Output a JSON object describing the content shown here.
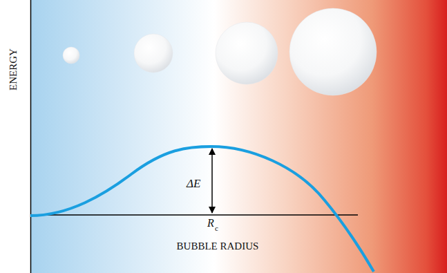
{
  "diagram": {
    "labels": [
      "ENERGY",
      "ΔE",
      "R",
      "c",
      "BUBBLE RADIUS"
    ]
  }
}
